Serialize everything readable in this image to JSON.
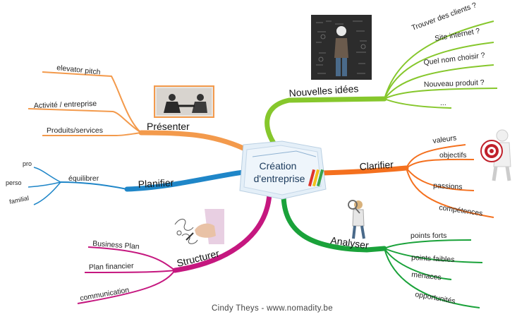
{
  "center": {
    "line1": "Création",
    "line2": "d'entreprise"
  },
  "credit": "Cindy Theys - www.nomadity.be",
  "colors": {
    "presenter": "#f39a4c",
    "nouvelles": "#86c72c",
    "clarifier": "#f4701e",
    "analyser": "#1aa23a",
    "planifier": "#1f86c8",
    "structurer": "#c5177f"
  },
  "branches": {
    "presenter": {
      "label": "Présenter",
      "items": [
        "elevator pitch",
        "Activité / entreprise",
        "Produits/services"
      ]
    },
    "nouvelles": {
      "label": "Nouvelles idées",
      "items": [
        "Trouver des clients ?",
        "Site internet ?",
        "Quel nom choisir ?",
        "Nouveau produit ?",
        "..."
      ]
    },
    "clarifier": {
      "label": "Clarifier",
      "items": [
        "valeurs",
        "objectifs",
        "passions",
        "compétences"
      ]
    },
    "analyser": {
      "label": "Analyser",
      "items": [
        "points forts",
        "points faibles",
        "menaces",
        "opportunités"
      ]
    },
    "planifier": {
      "label": "Planifier",
      "items": [
        "équilibrer"
      ],
      "subitems": [
        "pro",
        "perso",
        "familial"
      ]
    },
    "structurer": {
      "label": "Structurer",
      "items": [
        "Business Plan",
        "Plan financier",
        "communication"
      ]
    }
  },
  "icons": [
    "handshake-photo-icon",
    "thinking-man-board-icon",
    "target-figure-icon",
    "magnifier-figure-icon",
    "writing-hand-icon",
    "folder-icon"
  ]
}
